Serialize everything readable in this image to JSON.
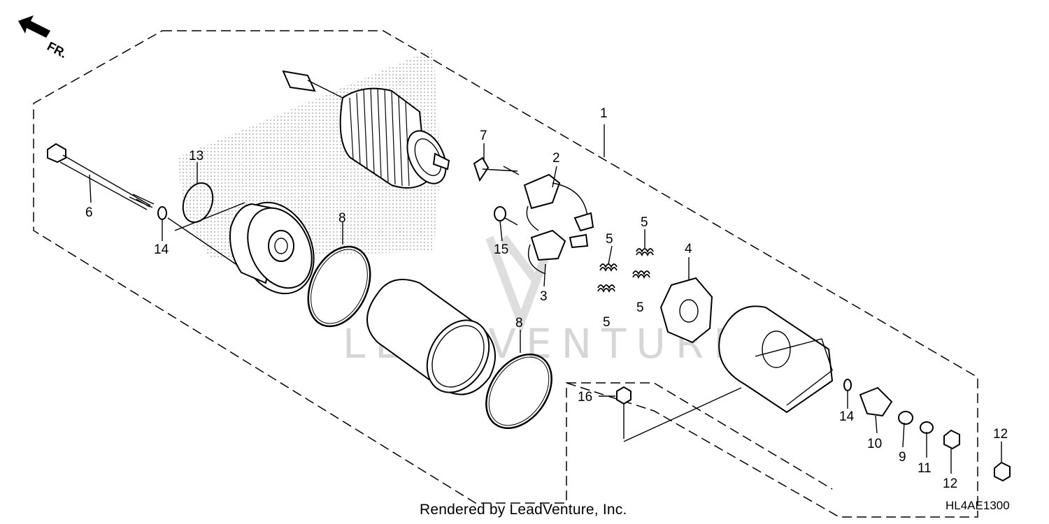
{
  "diagram": {
    "direction_label": "FR.",
    "callouts": [
      "1",
      "2",
      "3",
      "4",
      "5",
      "5",
      "5",
      "5",
      "6",
      "7",
      "8",
      "8",
      "9",
      "10",
      "11",
      "12",
      "12",
      "13",
      "14",
      "14",
      "15",
      "16"
    ],
    "watermark": "LEADVENTURE",
    "footer_credit": "Rendered by LeadVenture, Inc.",
    "diagram_code": "HL4AE1300"
  },
  "colors": {
    "line": "#000000",
    "watermark": "#d6d6d6",
    "background": "#ffffff"
  }
}
